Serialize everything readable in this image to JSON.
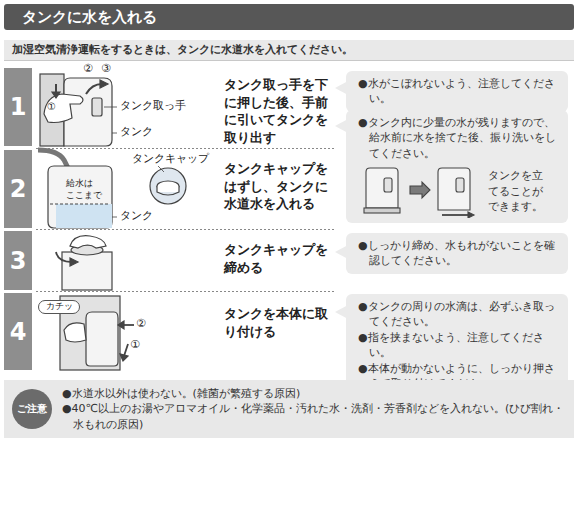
{
  "diagram": {
    "title": "タンクに水を入れる",
    "nodes": [
      {
        "text": [
          "加湿空気清浄運転をするときは、タンクに水道水を入れてください。"
        ]
      },
      {
        "text": [
          "1"
        ]
      },
      {
        "text": [
          "●水がこぼれないよう、注意してください。"
        ]
      },
      {
        "text": [
          "●タンク内に少量の水が残りますので、給水前に水を捨てた後、振り洗いをしてください。",
          "タンクを立てることができます。"
        ]
      },
      {
        "text": [
          "2"
        ]
      },
      {
        "text": [
          "3"
        ]
      },
      {
        "text": [
          "●しっかり締め、水もれがないことを確認してください。"
        ]
      },
      {
        "text": [
          "4"
        ]
      },
      {
        "text": [
          "●タンクの周りの水滴は、必ずふき取ってください。",
          "●指を挟まないよう、注意してください。",
          "●本体が動かないように、しっかり押さえて取り付けてください。"
        ]
      },
      {
        "text": [
          "●水道水以外は使わない。(雑菌が繁殖する原因)",
          "●40℃以上のお湯やアロマオイル・化学薬品・汚れた水・洗剤・芳香剤などを入れない。(ひび割れ・水もれの原因)"
        ]
      },
      {
        "text": [
          "ご注意"
        ],
        "in": 9
      }
    ],
    "labels": [
      "②",
      "③",
      "①",
      "タンク取っ手",
      "タンク",
      "タンク取っ手を下に押した後、手前に引いてタンクを取り出す",
      "タンクキャップ",
      "給水は ここまで",
      "タンク",
      "タンクキャップをはずし、タンクに水道水を入れる",
      "タンクキャップを締める",
      "カチッ",
      "②",
      "①",
      "タンクを本体に取り付ける"
    ]
  }
}
